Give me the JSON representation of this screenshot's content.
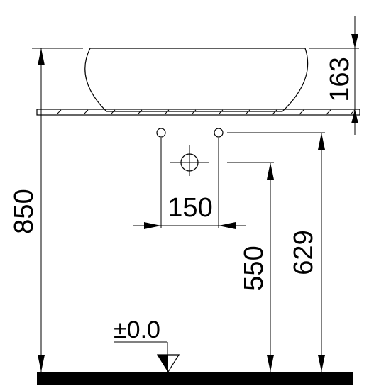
{
  "dimensions": {
    "basin_height": "163",
    "tap_spacing": "150",
    "drain_height": "550",
    "supply_height": "629",
    "counter_height": "850"
  },
  "floor_reference": "±0.0",
  "colors": {
    "line": "#000000",
    "background": "#ffffff",
    "floor": "#000000"
  }
}
